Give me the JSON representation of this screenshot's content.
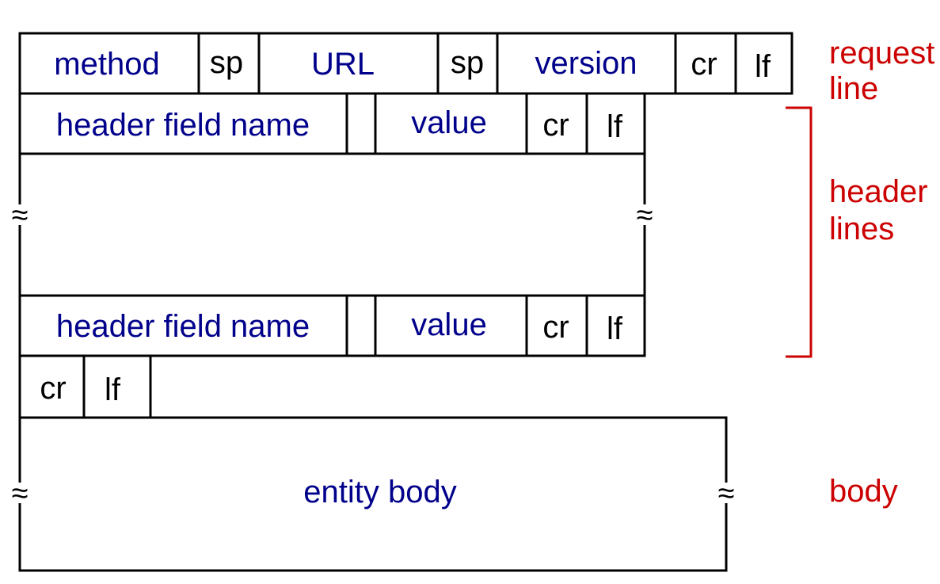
{
  "request_line": {
    "method": "method",
    "sp1": "sp",
    "url": "URL",
    "sp2": "sp",
    "version": "version",
    "cr": "cr",
    "lf": "lf"
  },
  "header_line_1": {
    "name": "header field name",
    "value": "value",
    "cr": "cr",
    "lf": "lf"
  },
  "header_line_2": {
    "name": "header field name",
    "value": "value",
    "cr": "cr",
    "lf": "lf"
  },
  "blank_line": {
    "cr": "cr",
    "lf": "lf"
  },
  "body": {
    "label": "entity body"
  },
  "annotations": {
    "request_line_1": "request",
    "request_line_2": "line",
    "header_lines_1": "header",
    "header_lines_2": "lines",
    "body": "body"
  },
  "colors": {
    "field_text": "#00008b",
    "control_text": "#000000",
    "annotation": "#cc0000"
  },
  "omission_glyph": "≈"
}
